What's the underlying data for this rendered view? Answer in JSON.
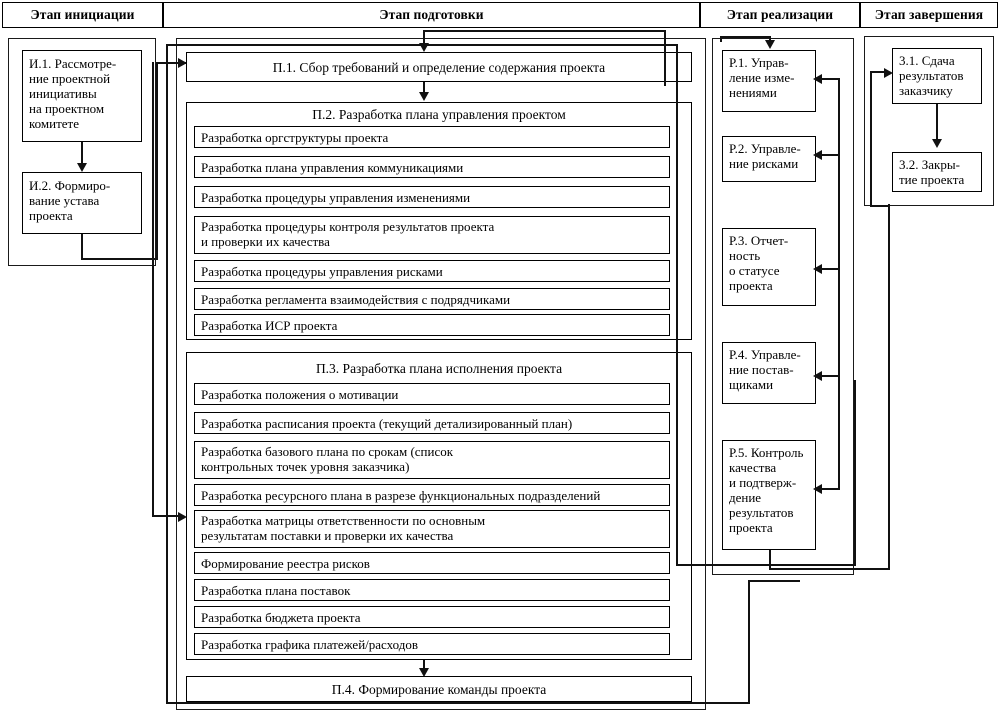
{
  "header": {
    "columns": [
      {
        "label": "Этап инициации"
      },
      {
        "label": "Этап подготовки"
      },
      {
        "label": "Этап реализации"
      },
      {
        "label": "Этап завершения"
      }
    ]
  },
  "initiation": {
    "boxes": [
      {
        "label": "И.1. Рассмотре-\nние проектной\nинициативы\nна проектном\nкомитете"
      },
      {
        "label": "И.2. Формиро-\nвание устава\nпроекта"
      }
    ]
  },
  "preparation": {
    "p1": {
      "label": "П.1. Сбор требований и определение содержания проекта"
    },
    "p2": {
      "title": "П.2. Разработка плана управления проектом",
      "items": [
        {
          "label": "Разработка оргструктуры проекта"
        },
        {
          "label": "Разработка плана управления коммуникациями"
        },
        {
          "label": "Разработка процедуры управления изменениями"
        },
        {
          "label": "Разработка процедуры контроля результатов проекта\nи проверки их качества"
        },
        {
          "label": "Разработка процедуры управления рисками"
        },
        {
          "label": "Разработка регламента взаимодействия с подрядчиками"
        },
        {
          "label": "Разработка ИСР проекта"
        }
      ]
    },
    "p3": {
      "title": "П.3. Разработка плана исполнения проекта",
      "items": [
        {
          "label": "Разработка положения о мотивации"
        },
        {
          "label": "Разработка расписания проекта (текущий детализированный план)"
        },
        {
          "label": "Разработка базового плана по срокам (список\nконтрольных точек уровня заказчика)"
        },
        {
          "label": "Разработка ресурсного плана в разрезе функциональных подразделений"
        },
        {
          "label": "Разработка матрицы ответственности по основным\nрезультатам поставки и проверки их качества"
        },
        {
          "label": "Формирование реестра рисков"
        },
        {
          "label": "Разработка плана поставок"
        },
        {
          "label": "Разработка бюджета проекта"
        },
        {
          "label": "Разработка графика платежей/расходов"
        }
      ]
    },
    "p4": {
      "label": "П.4. Формирование команды проекта"
    }
  },
  "realization": {
    "boxes": [
      {
        "label": "Р.1. Управ-\nление изме-\nнениями"
      },
      {
        "label": "Р.2. Управле-\nние рисками"
      },
      {
        "label": "Р.3. Отчет-\nность\nо статусе\nпроекта"
      },
      {
        "label": "Р.4. Управле-\nние постав-\nщиками"
      },
      {
        "label": "Р.5. Контроль\nкачества\nи подтверж-\nдение\nрезультатов\nпроекта"
      }
    ]
  },
  "completion": {
    "boxes": [
      {
        "label": "3.1. Сдача\nрезультатов\nзаказчику"
      },
      {
        "label": "3.2. Закры-\nтие проекта"
      }
    ]
  },
  "colors": {
    "line": "#111111",
    "border": "#000000",
    "background": "#ffffff"
  }
}
